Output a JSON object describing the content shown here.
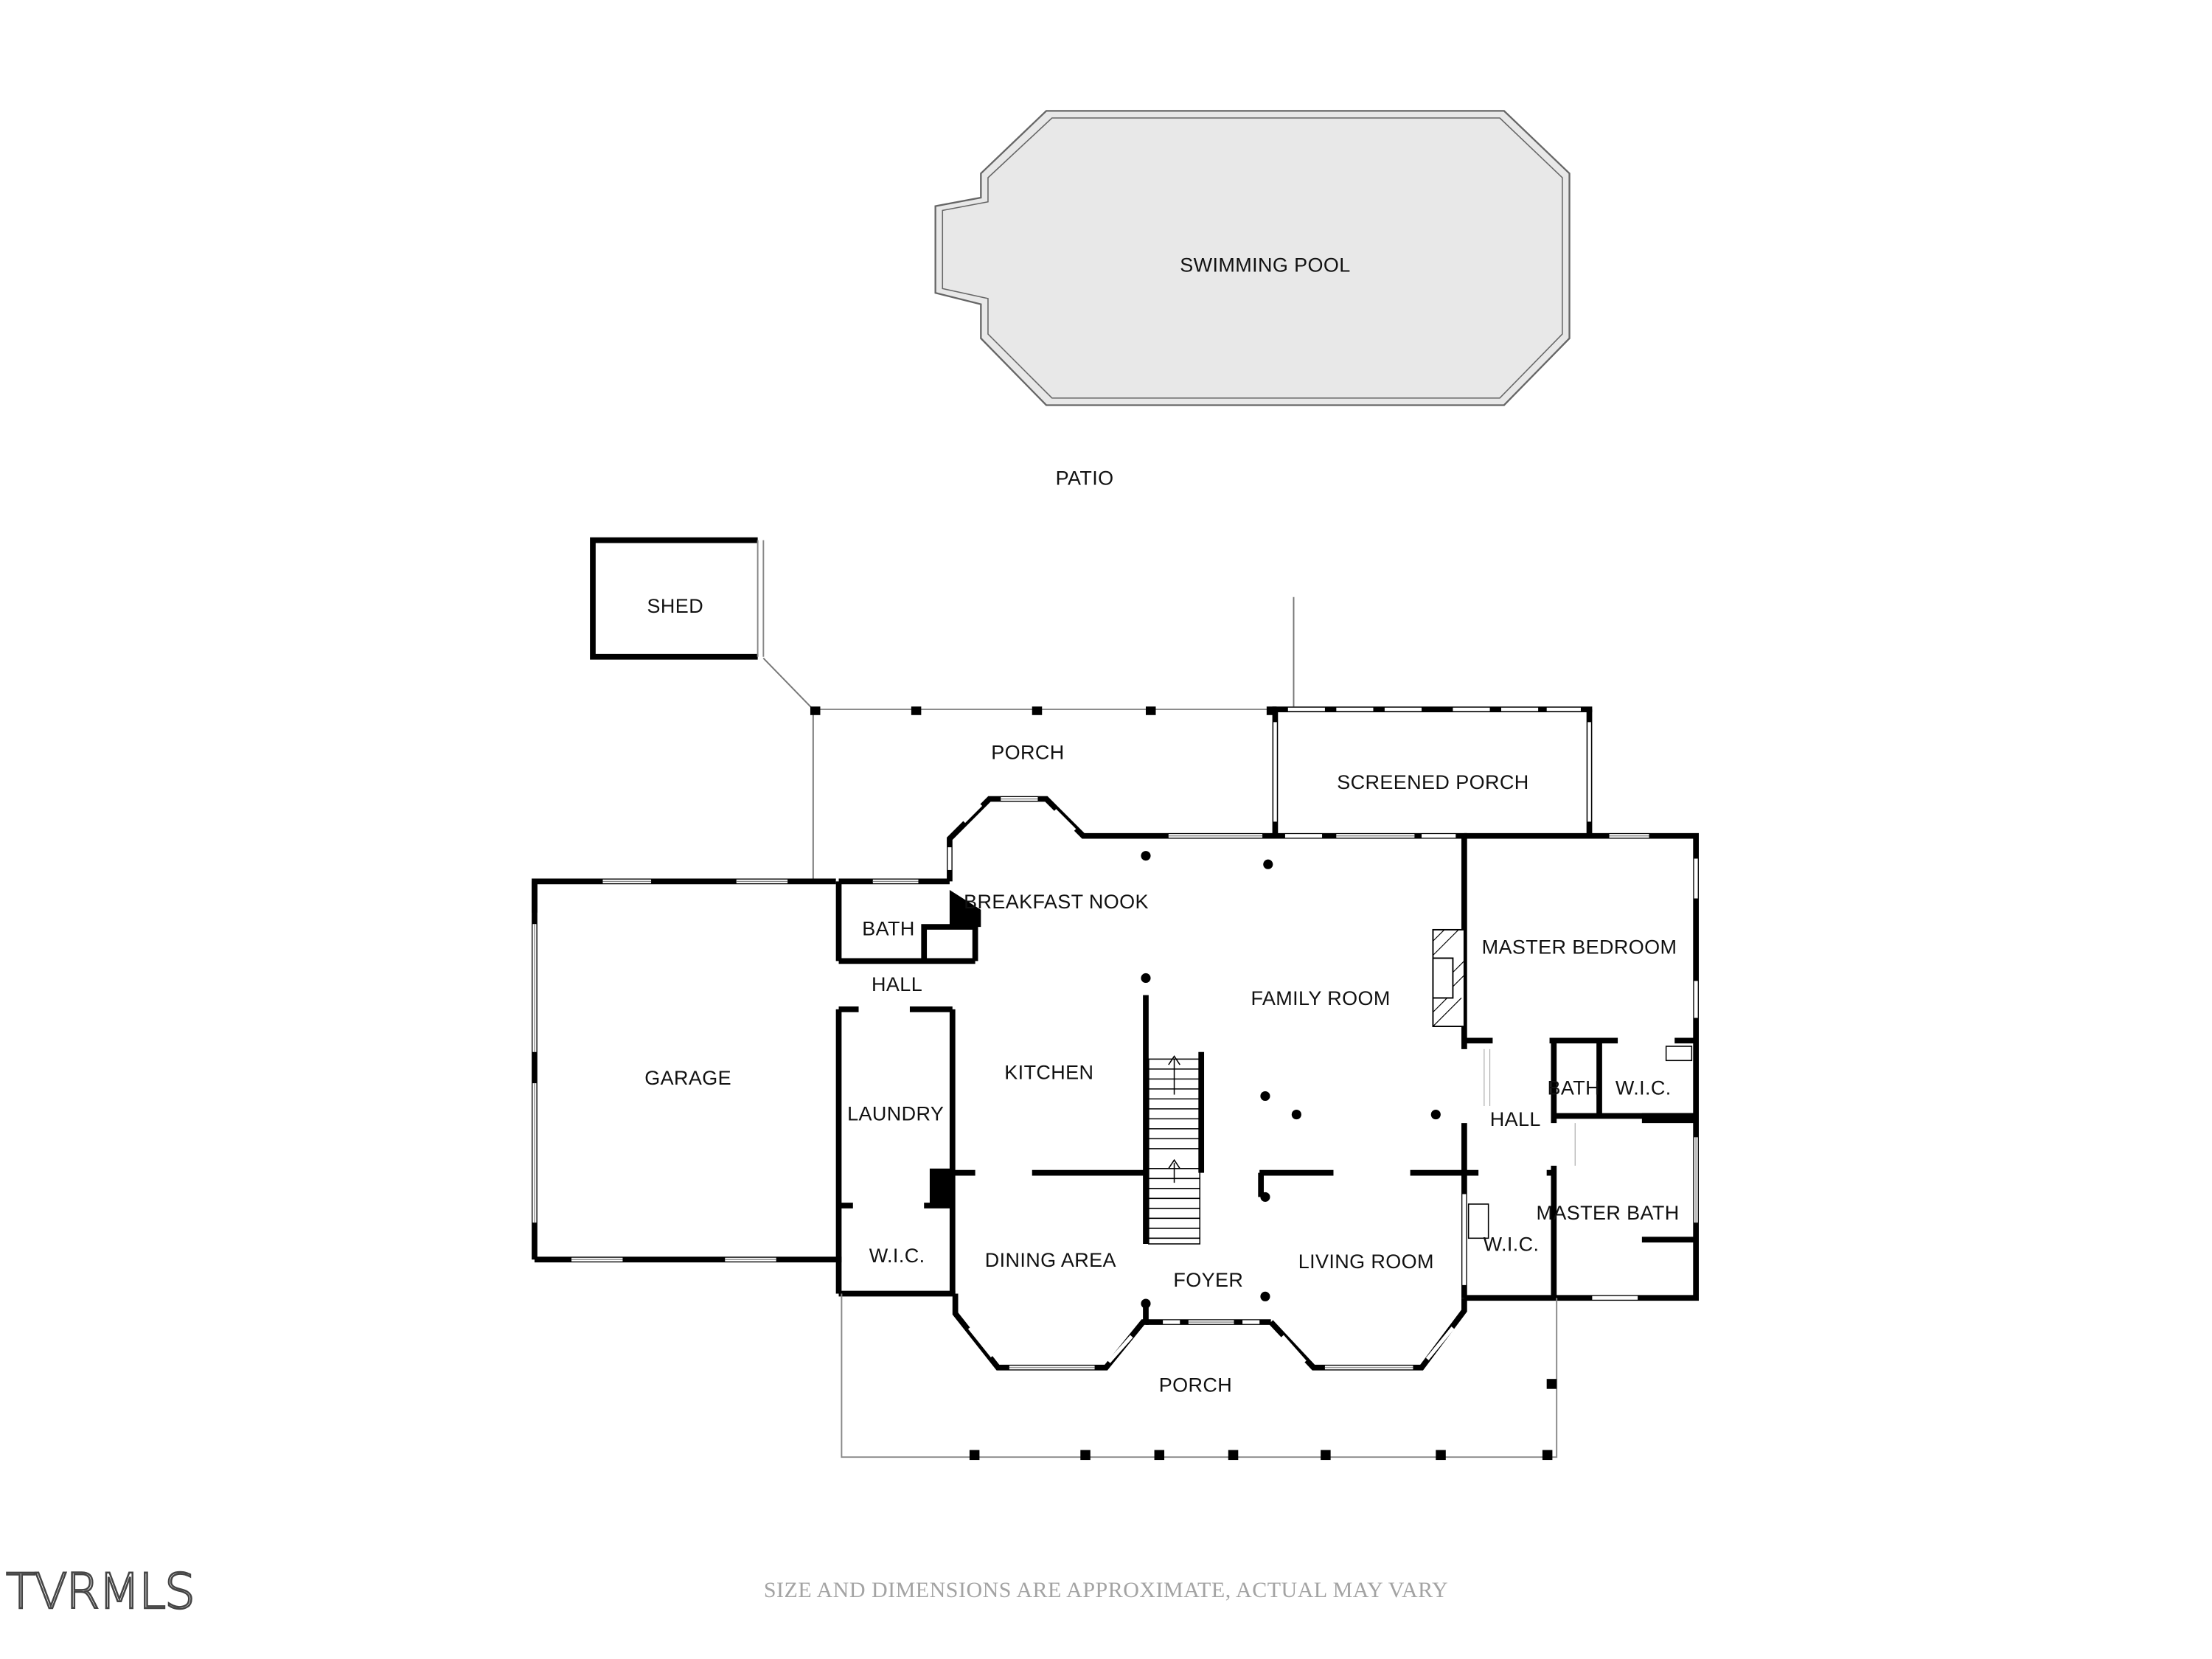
{
  "rooms": {
    "swimming_pool": "SWIMMING POOL",
    "patio": "PATIO",
    "shed": "SHED",
    "porch_rear": "PORCH",
    "screened_porch": "SCREENED PORCH",
    "breakfast_nook": "BREAKFAST NOOK",
    "bath_left": "BATH",
    "hall_left": "HALL",
    "garage": "GARAGE",
    "laundry": "LAUNDRY",
    "wic_left": "W.I.C.",
    "kitchen": "KITCHEN",
    "family_room": "FAMILY ROOM",
    "master_bedroom": "MASTER BEDROOM",
    "bath_right": "BATH",
    "wic_right_top": "W.I.C.",
    "hall_right": "HALL",
    "master_bath": "MASTER BATH",
    "wic_right_bottom": "W.I.C.",
    "dining_area": "DINING AREA",
    "foyer": "FOYER",
    "living_room": "LIVING ROOM",
    "porch_front": "PORCH"
  },
  "footer": {
    "disclaimer": "SIZE AND DIMENSIONS ARE APPROXIMATE, ACTUAL MAY VARY",
    "logo": "TVRMLS"
  },
  "colors": {
    "wall": "#000000",
    "outline": "#6e6e6e",
    "pool_fill": "#e8e8e8",
    "disclaimer": "#a3a3a3"
  }
}
